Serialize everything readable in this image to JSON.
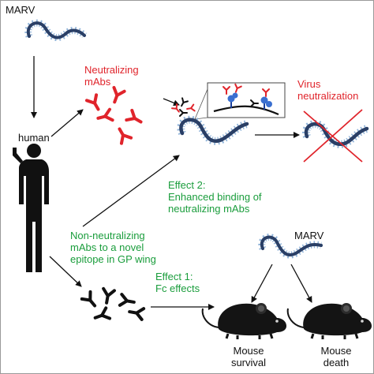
{
  "labels": {
    "marv_top": "MARV",
    "human": "human",
    "neutralizing_line1": "Neutralizing",
    "neutralizing_line2": "mAbs",
    "virus_line1": "Virus",
    "virus_line2": "neutralization",
    "effect2_line1": "Effect 2:",
    "effect2_line2": "Enhanced binding of",
    "effect2_line3": "neutralizing mAbs",
    "nonneut_line1": "Non-neutralizing",
    "nonneut_line2": "mAbs to a novel",
    "nonneut_line3": "epitope in GP wing",
    "effect1_line1": "Effect 1:",
    "effect1_line2": "Fc effects",
    "marv_right": "MARV",
    "survival_line1": "Mouse",
    "survival_line2": "survival",
    "death_line1": "Mouse",
    "death_line2": "death"
  },
  "icons": [
    "virus-icon",
    "antibody-icon",
    "human-silhouette-icon",
    "mouse-icon",
    "cross-icon",
    "arrow-icon",
    "binding-inset-icon"
  ],
  "colors": {
    "neutralizing": "#e0242b",
    "effect_text": "#1a9d3c",
    "virus_body": "#2a3f66",
    "virus_spikes": "#8fb3d9",
    "antigen_spheres": "#3a6fd0",
    "black": "#111111"
  }
}
